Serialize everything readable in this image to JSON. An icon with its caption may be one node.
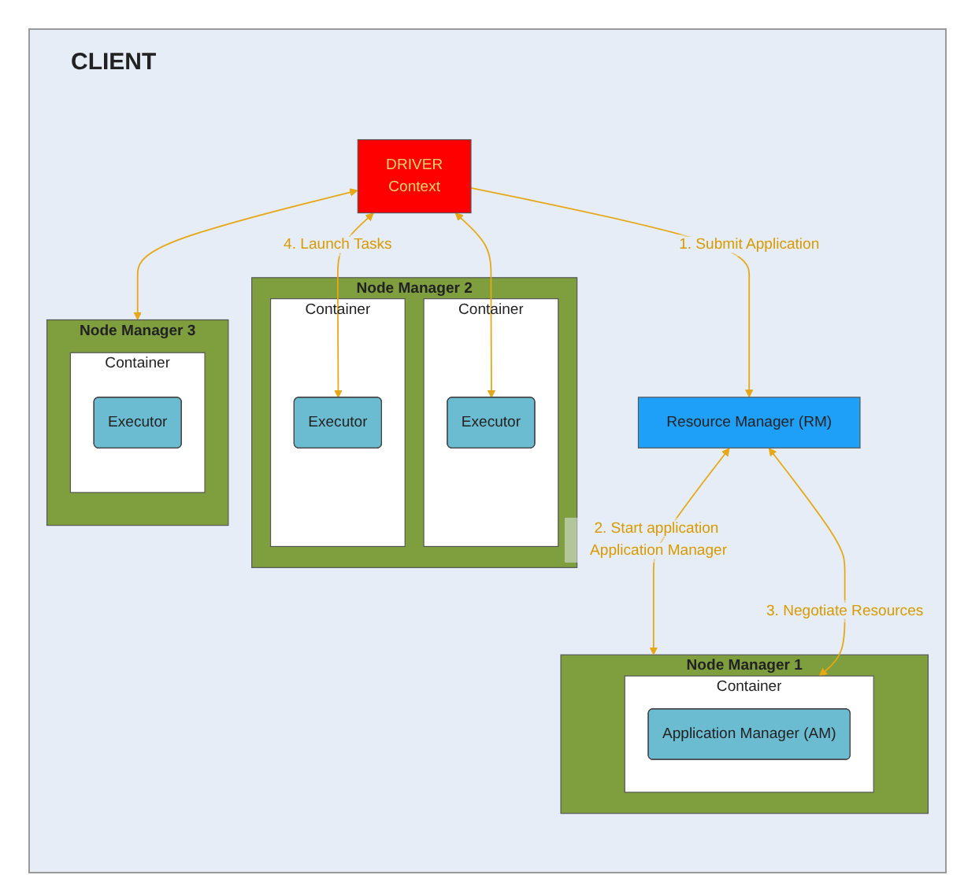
{
  "diagram": {
    "title": "CLIENT",
    "nodes": [
      {
        "text": [
          "DRIVER",
          "Context"
        ]
      },
      {
        "text": [
          "Resource Manager (RM)"
        ]
      },
      {
        "text": [
          "Node Manager 2"
        ]
      },
      {
        "text": [
          "Container"
        ],
        "in": 2
      },
      {
        "text": [
          "Executor"
        ],
        "in": 3
      },
      {
        "text": [
          "Container"
        ],
        "in": 2
      },
      {
        "text": [
          "Executor"
        ],
        "in": 5
      },
      {
        "text": [
          "Node Manager 1"
        ]
      },
      {
        "text": [
          "Container"
        ],
        "in": 7
      },
      {
        "text": [
          "Application Manager (AM)"
        ],
        "in": 8
      },
      {
        "text": [
          "Node Manager 3"
        ]
      },
      {
        "text": [
          "Container"
        ],
        "in": 10
      },
      {
        "text": [
          "Executor"
        ],
        "in": 11
      }
    ],
    "edges": [
      {
        "from": 0,
        "to": 1,
        "arrow": "to",
        "label": "1. Submit Application"
      },
      {
        "from": 1,
        "to": 7,
        "arrow": "both",
        "label": "2. Start application Application Manager"
      },
      {
        "from": 1,
        "to": 8,
        "arrow": "both",
        "label": "3. Negotiate Resources"
      },
      {
        "from": 0,
        "to": 4,
        "arrow": "both"
      },
      {
        "from": 0,
        "to": 6,
        "arrow": "both",
        "label": "4. Launch Tasks"
      },
      {
        "from": 0,
        "to": 10,
        "arrow": "both"
      }
    ]
  }
}
